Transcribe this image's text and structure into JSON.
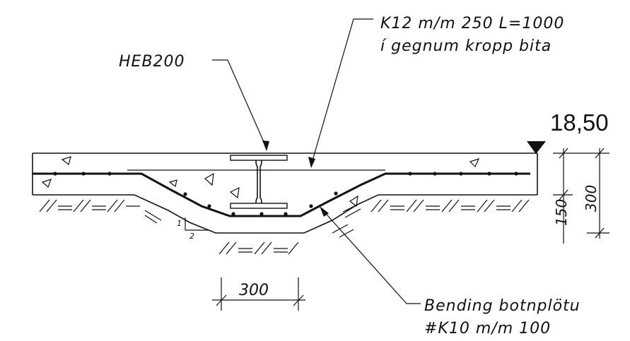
{
  "labels": {
    "bar_top_line1": "K12 m/m 250 L=1000",
    "bar_top_line2": "í gegnum kropp bita",
    "beam": "HEB200",
    "elevation": "18,50",
    "dim_slab": "150",
    "dim_total": "300",
    "slope_v": "1",
    "slope_h": "2",
    "dim_bottom": "300",
    "bend_line1": "Bending botnplötu",
    "bend_line2": "#K10 m/m 100"
  }
}
